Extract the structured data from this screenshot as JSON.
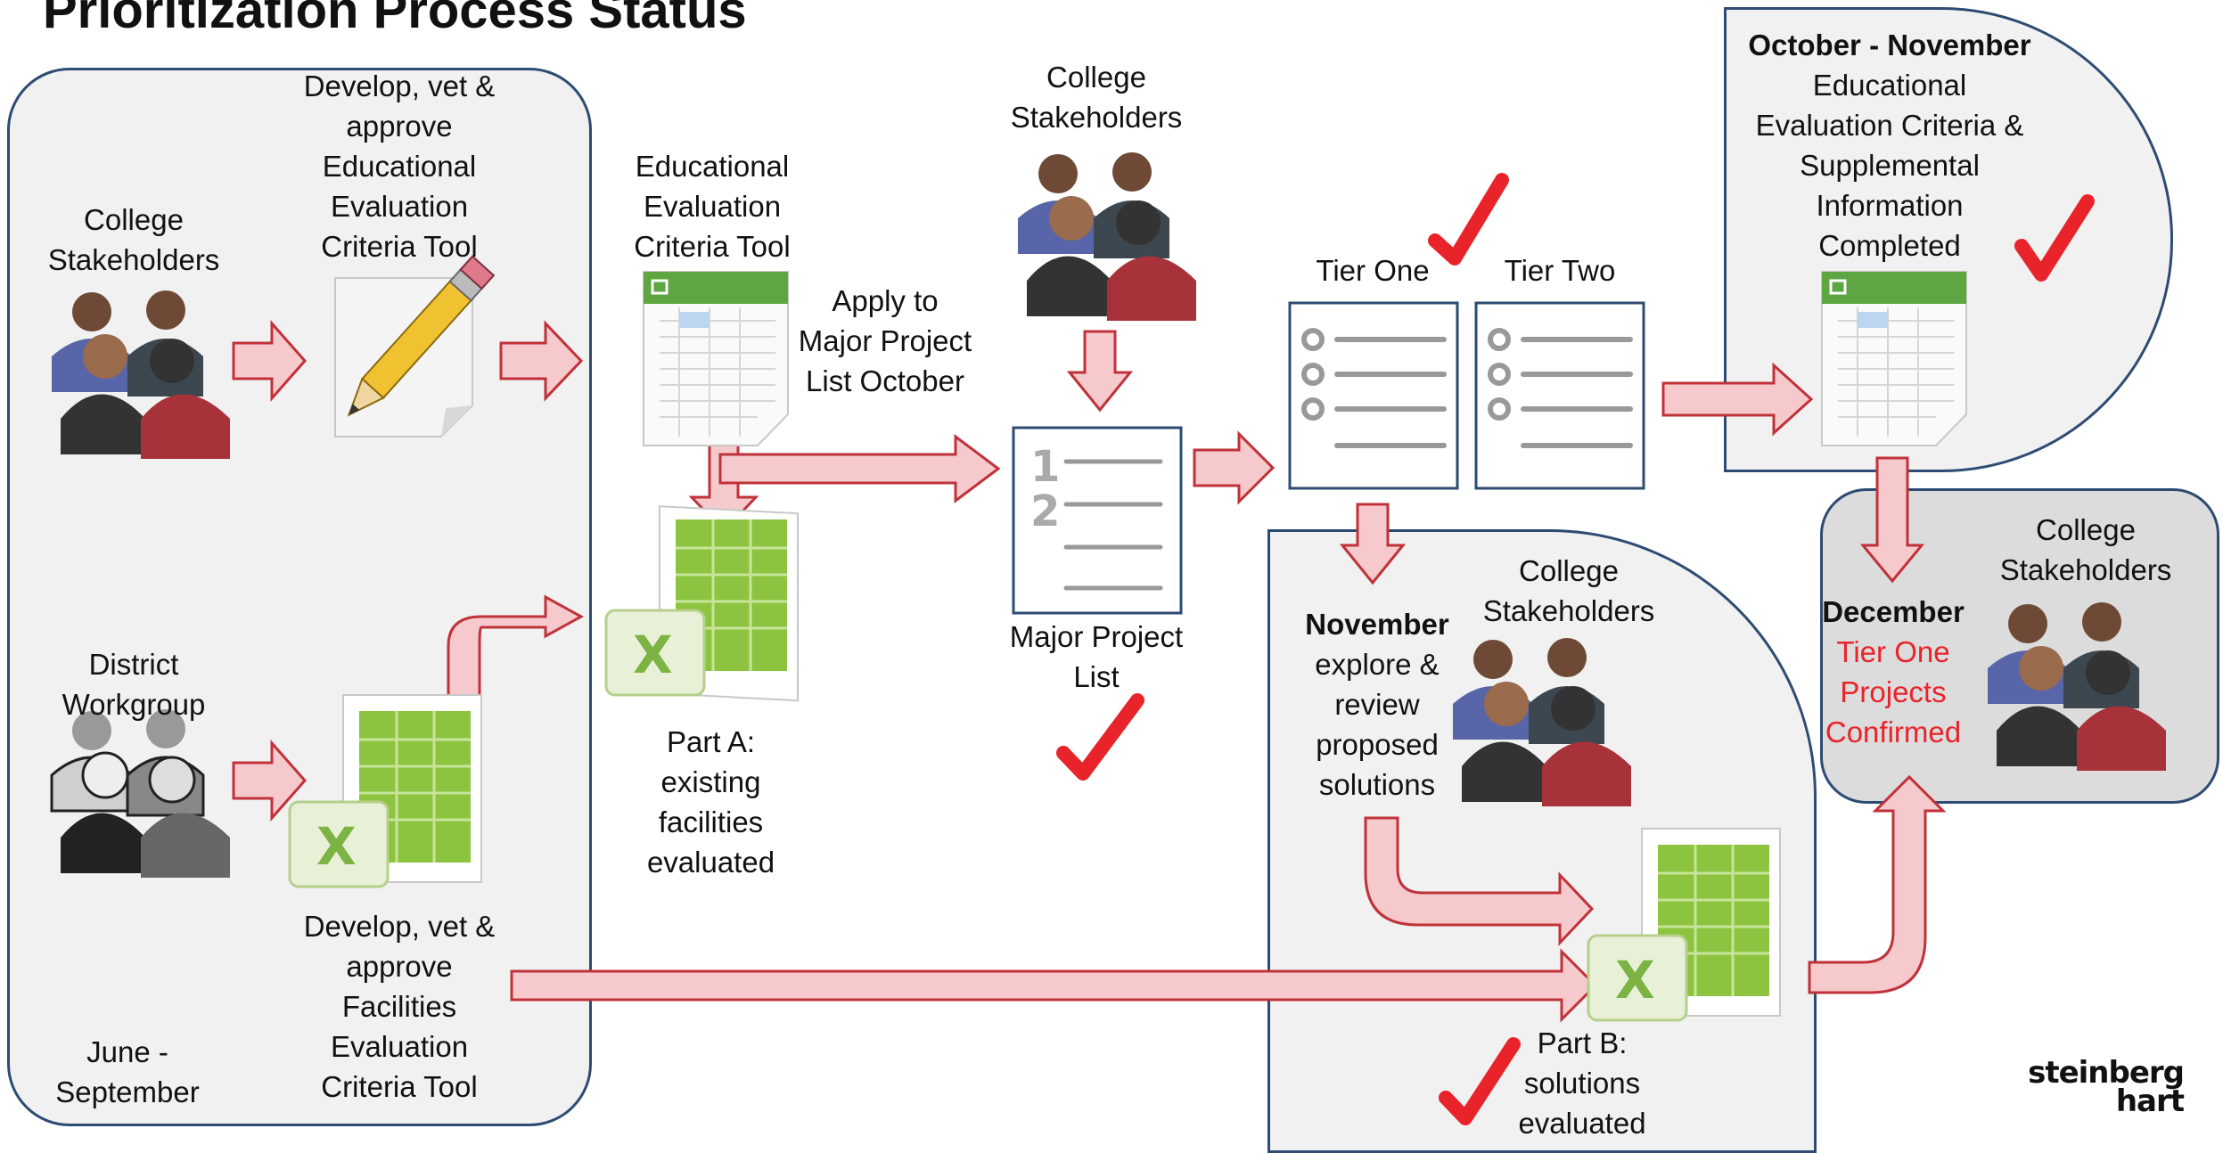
{
  "title": "Prioritization Process Status",
  "left_panel": {
    "college_stakeholders": "College Stakeholders",
    "develop_educational": "Develop, vet & approve Educational Evaluation Criteria Tool",
    "district_workgroup": "District Workgroup",
    "develop_facilities": "Develop, vet & approve Facilities Evaluation Criteria Tool",
    "period": "June - September"
  },
  "middle": {
    "educational_tool": "Educational Evaluation Criteria Tool",
    "apply_to": "Apply to Major Project List October",
    "part_a": "Part A: existing facilities evaluated",
    "college_stakeholders": "College Stakeholders",
    "major_project_list": "Major Project List"
  },
  "tiers": {
    "tier_one": "Tier One",
    "tier_two": "Tier Two"
  },
  "oct_nov": {
    "heading": "October - November",
    "body": "Educational Evaluation Criteria & Supplemental Information Completed"
  },
  "november": {
    "heading": "November",
    "body": "explore & review proposed solutions",
    "college_stakeholders": "College Stakeholders",
    "part_b": "Part B: solutions evaluated"
  },
  "december": {
    "heading": "December",
    "body": "Tier One Projects Confirmed",
    "college_stakeholders": "College Stakeholders"
  },
  "logo": "steinberg hart",
  "colors": {
    "arrow_fill": "#f6c9cd",
    "arrow_stroke": "#c0323a",
    "check": "#e8242a",
    "panel_border": "#2d4b73",
    "panel_fill": "#f1f1f1",
    "spreadsheet_green": "#8cc43f"
  }
}
